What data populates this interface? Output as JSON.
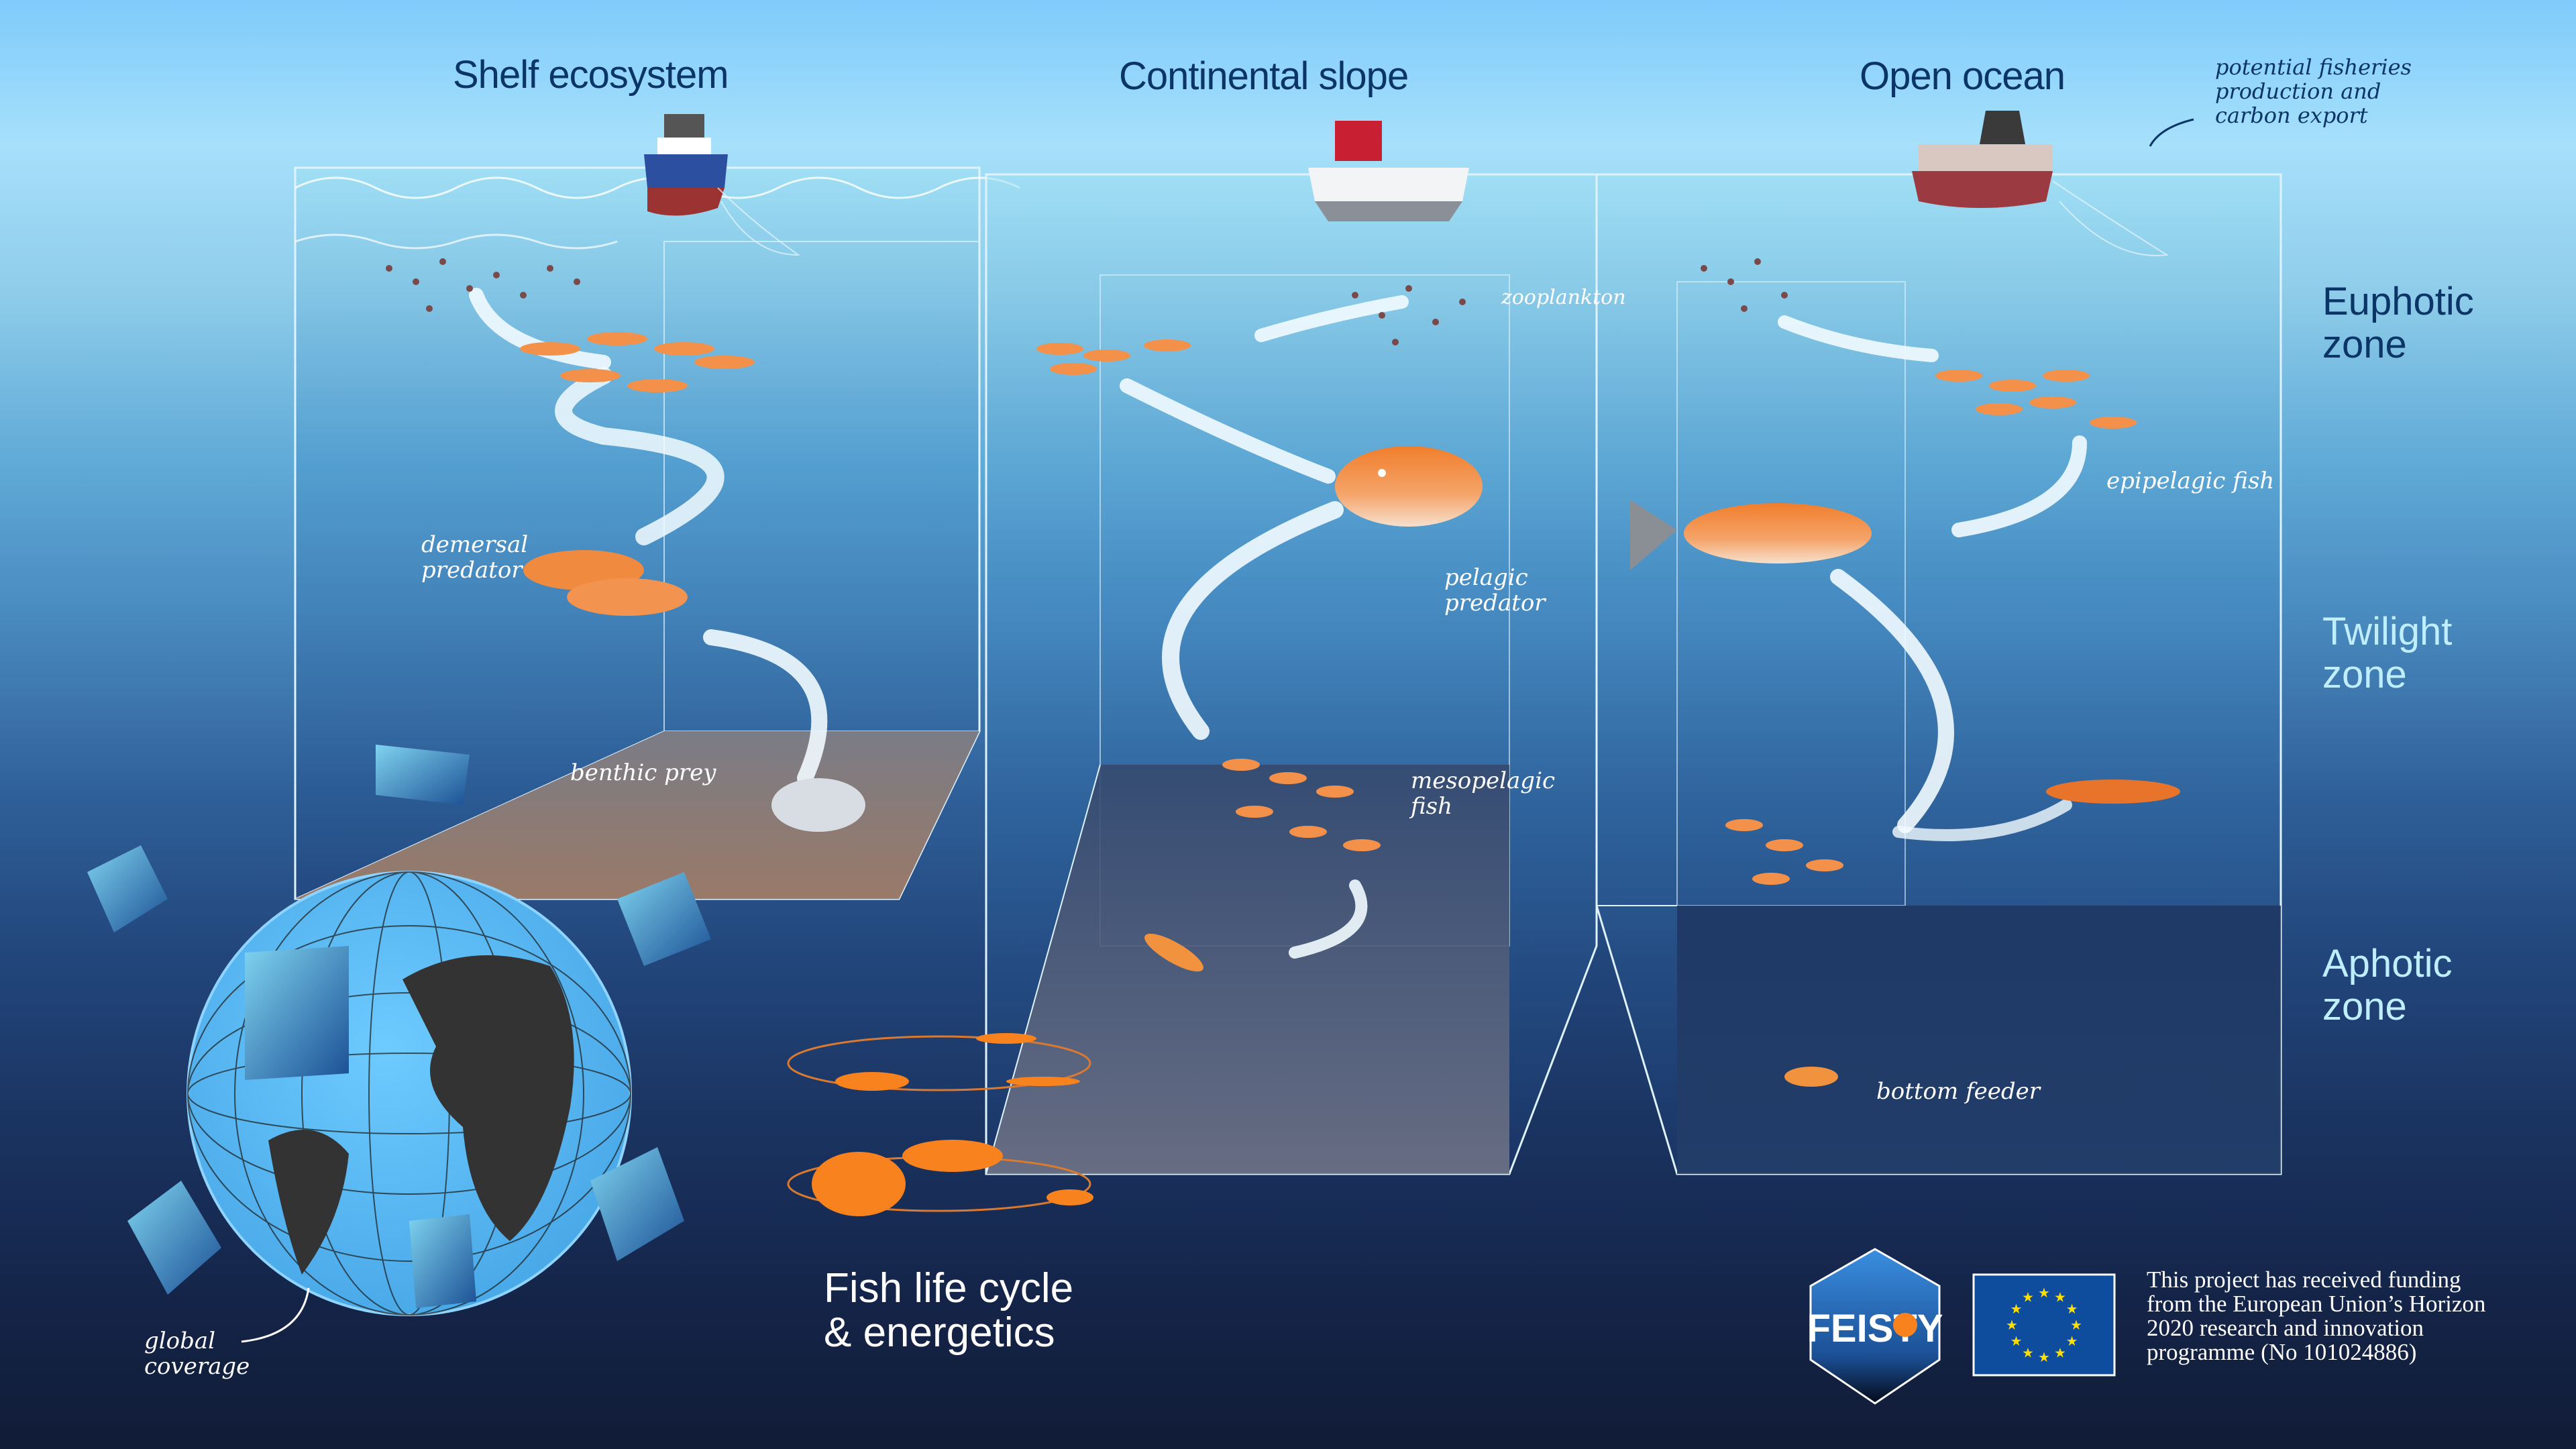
{
  "sections": {
    "shelf": {
      "title": "Shelf ecosystem"
    },
    "slope": {
      "title": "Continental slope"
    },
    "ocean": {
      "title": "Open ocean"
    }
  },
  "annotation_top": "potential fisheries production and carbon export",
  "zones": [
    {
      "name": "Euphotic",
      "suffix": "zone"
    },
    {
      "name": "Twilight",
      "suffix": "zone"
    },
    {
      "name": "Aphotic",
      "suffix": "zone"
    }
  ],
  "labels": {
    "demersal_predator_1": "demersal",
    "demersal_predator_2": "predator",
    "benthic_prey": "benthic prey",
    "zooplankton": "zooplankton",
    "pelagic_predator_1": "pelagic",
    "pelagic_predator_2": "predator",
    "mesopelagic_fish_1": "mesopelagic",
    "mesopelagic_fish_2": "fish",
    "epipelagic_fish": "epipelagic fish",
    "bottom_feeder": "bottom feeder",
    "global_coverage_1": "global",
    "global_coverage_2": "coverage"
  },
  "life_cycle": {
    "line1": "Fish life cycle",
    "line2": "& energetics"
  },
  "logo": {
    "name": "FEISTY"
  },
  "funding": {
    "line1": "This project has received funding",
    "line2": "from the European Union’s Horizon",
    "line3": "2020 research and innovation",
    "line4": "programme (No 101024886)"
  },
  "colors": {
    "fish": "#f07e2c",
    "title": "#0b3566",
    "zone_light": "#bfeeff",
    "eu_blue": "#0e4c9e",
    "eu_star": "#ffdd00",
    "globe_ocean": "#5bbcf5",
    "globe_land": "#333333"
  }
}
